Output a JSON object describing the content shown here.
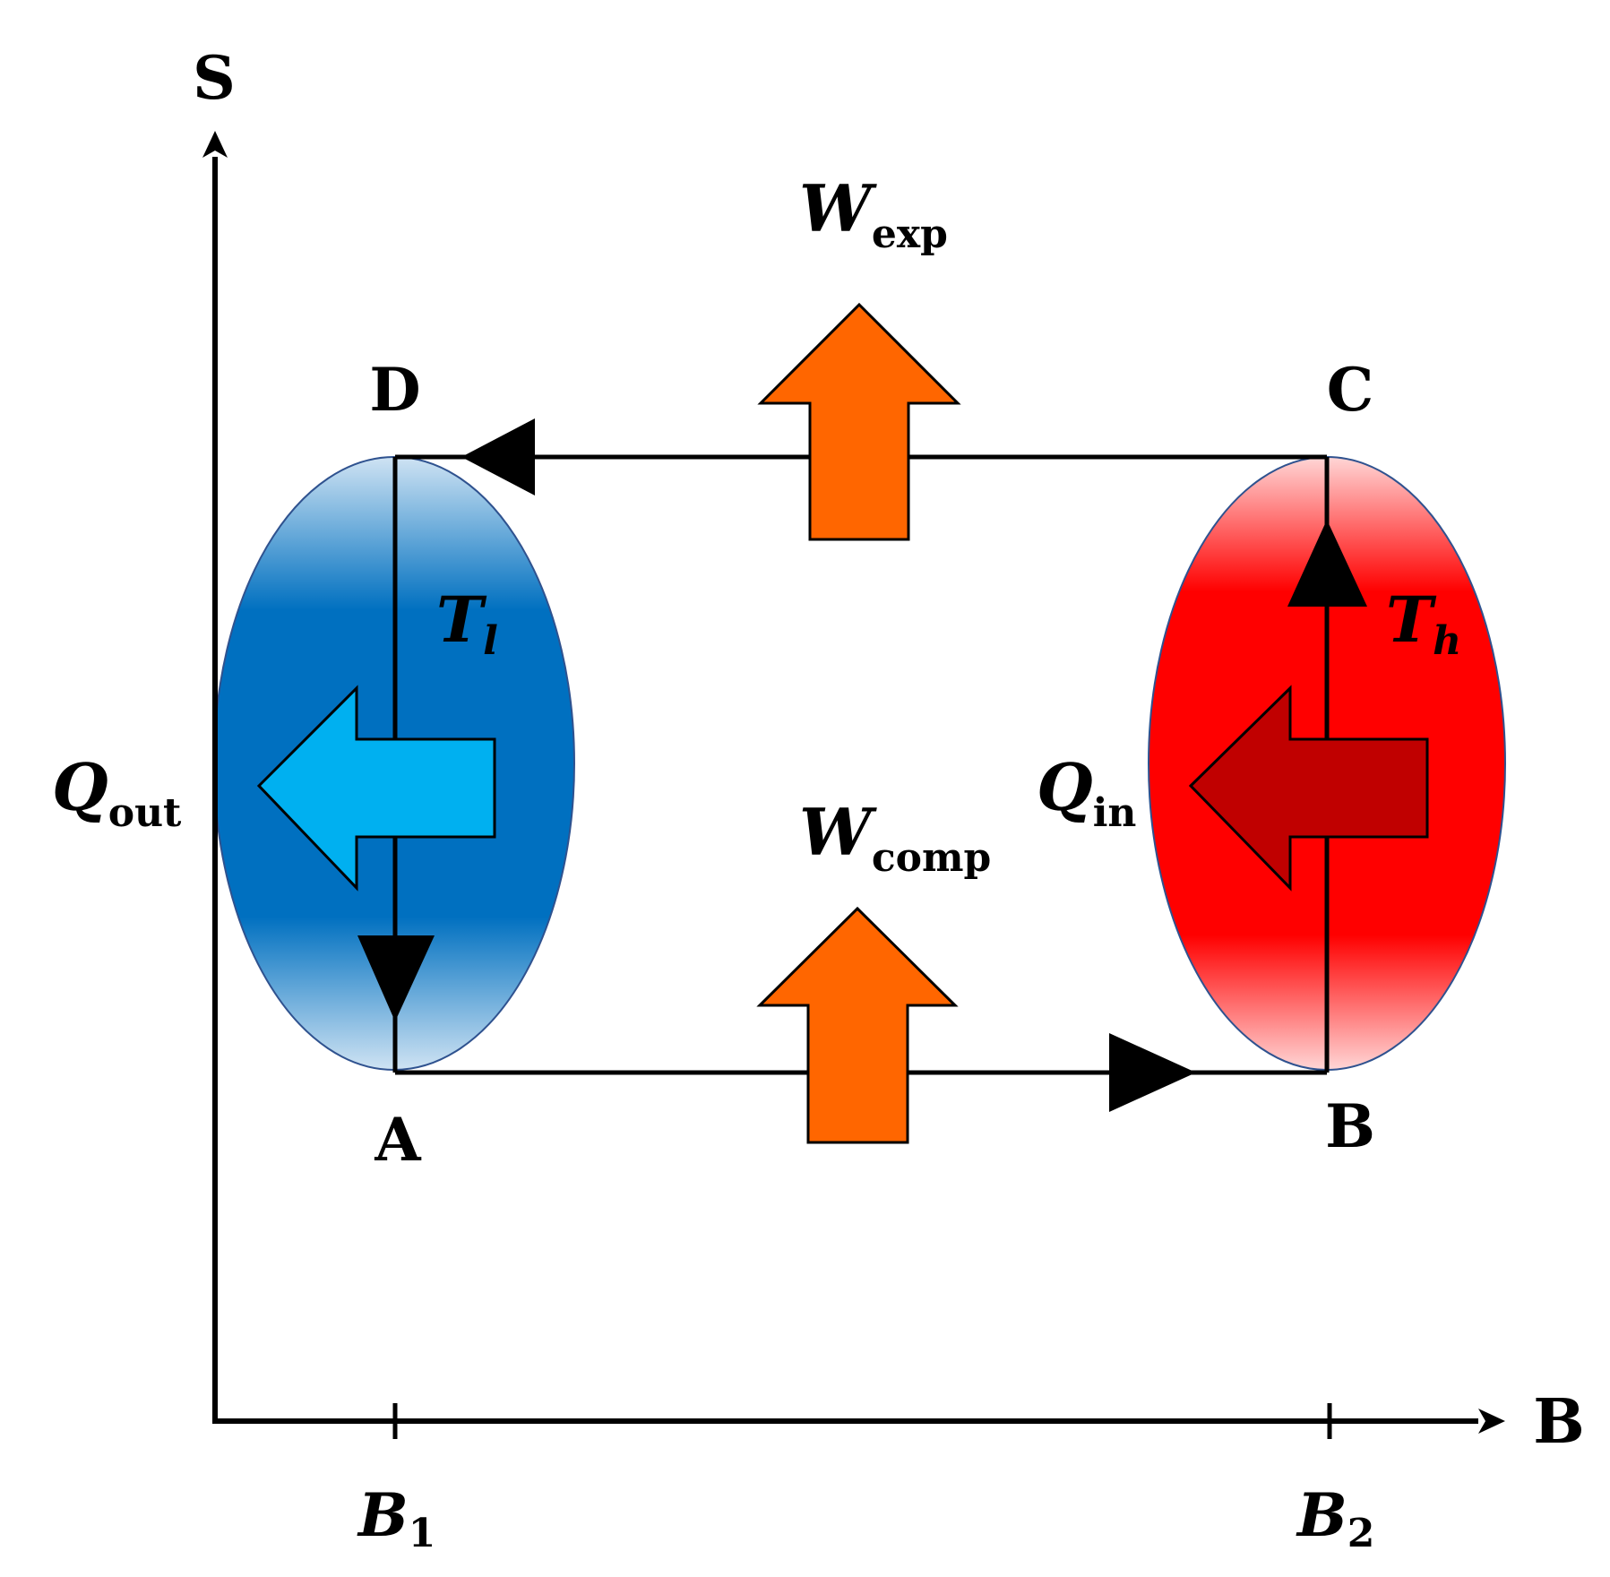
{
  "axes": {
    "y_label": "S",
    "x_label": "B",
    "x_ticks": [
      {
        "main": "B",
        "sub": "1"
      },
      {
        "main": "B",
        "sub": "2"
      }
    ]
  },
  "points": {
    "a": "A",
    "b": "B",
    "c": "C",
    "d": "D"
  },
  "work": {
    "expansion": {
      "main": "W",
      "sub": "exp"
    },
    "compression": {
      "main": "W",
      "sub": "comp"
    }
  },
  "heat": {
    "out": {
      "main": "Q",
      "sub": "out"
    },
    "in": {
      "main": "Q",
      "sub": "in"
    }
  },
  "temperatures": {
    "low": {
      "main": "T",
      "sub": "l"
    },
    "high": {
      "main": "T",
      "sub": "h"
    }
  },
  "colors": {
    "cold_reservoir": "#0070c0",
    "hot_reservoir": "#ff0000",
    "q_out_arrow": "#00b0f0",
    "q_in_arrow": "#c00000",
    "work_arrow": "#ff6600",
    "axis": "#000000"
  }
}
